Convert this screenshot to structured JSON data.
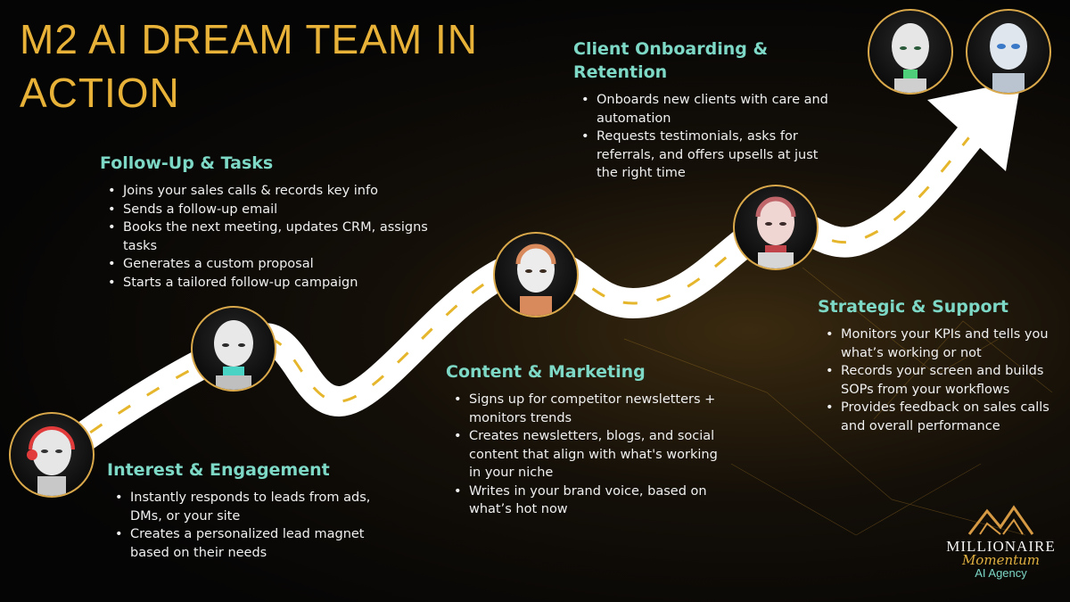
{
  "title": "M2 AI DREAM TEAM IN ACTION",
  "sections": [
    {
      "heading": "Follow-Up & Tasks",
      "bullets": [
        "Joins your sales calls & records key info",
        "Sends a follow-up email",
        "Books the next meeting, updates CRM, assigns tasks",
        "Generates a custom proposal",
        "Starts a tailored follow-up campaign"
      ]
    },
    {
      "heading": "Client Onboarding & Retention",
      "bullets": [
        "Onboards new clients with care and automation",
        "Requests testimonials, asks for referrals, and offers upsells at just the right time"
      ]
    },
    {
      "heading": "Content & Marketing",
      "bullets": [
        "Signs up for competitor newsletters + monitors trends",
        "Creates newsletters, blogs, and social content that align with what's working in your niche",
        "Writes in your brand voice, based on what’s hot now"
      ]
    },
    {
      "heading": "Strategic & Support",
      "bullets": [
        "Monitors your KPIs and tells you what’s working or not",
        "Records your screen and builds SOPs from your workflows",
        "Provides feedback on sales calls and overall performance"
      ]
    },
    {
      "heading": "Interest & Engagement",
      "bullets": [
        "Instantly responds to leads from ads, DMs, or your site",
        "Creates a personalized lead magnet based on their needs"
      ]
    }
  ],
  "logo": {
    "name": "MILLIONAIRE",
    "script": "Momentum",
    "sub": "AI Agency"
  },
  "colors": {
    "title": "#e8b238",
    "heading": "#7dd8c6",
    "road": "#ffffff",
    "road_dash": "#e5b52b",
    "avatar_border": "#d9a84a"
  }
}
